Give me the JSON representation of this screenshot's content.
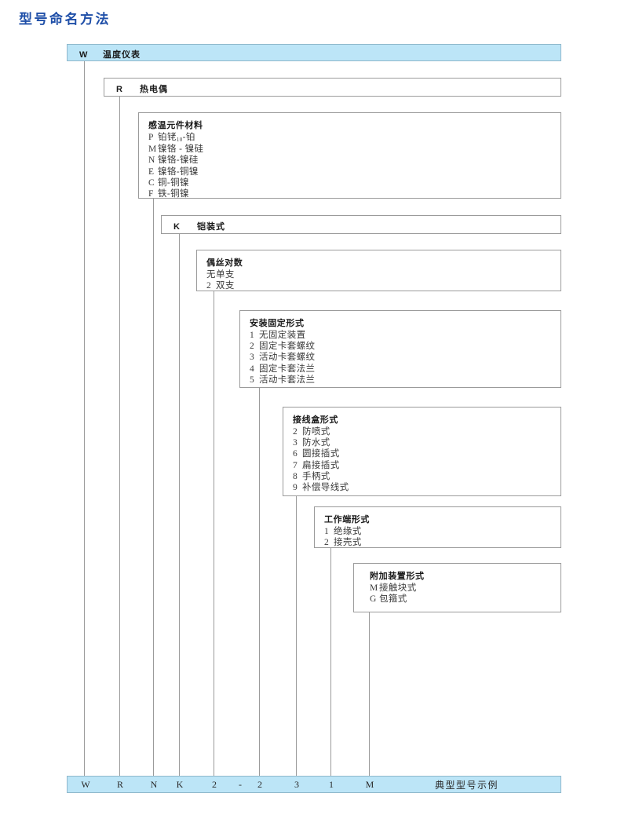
{
  "page": {
    "title": "型号命名方法",
    "title_color": "#1f4fa8"
  },
  "theme": {
    "bar_fill": "#bce5f7",
    "bar_border": "#8fb8cc",
    "box_border": "#9b9b9b",
    "text": "#231f20"
  },
  "nodes": [
    {
      "name": "instrument-type",
      "code": "W",
      "head": "温度仪表",
      "style": "bar",
      "items": []
    },
    {
      "name": "sensor-type",
      "code": "R",
      "head": "热电偶",
      "style": "inline",
      "items": []
    },
    {
      "name": "element-material",
      "head": "感温元件材料",
      "style": "stack",
      "items": [
        {
          "code": "P",
          "label_pre": "铂铑",
          "label_sub": "10",
          "label_post": "-铂"
        },
        {
          "code": "M",
          "label": "镍铬 - 镍硅"
        },
        {
          "code": "N",
          "label": "镍铬-镍硅"
        },
        {
          "code": "E",
          "label": "镍铬-铜镍"
        },
        {
          "code": "C",
          "label": "铜-铜镍"
        },
        {
          "code": "F",
          "label": "铁-铜镍"
        }
      ]
    },
    {
      "name": "construction-type",
      "code": "K",
      "head": "铠装式",
      "style": "inline",
      "items": []
    },
    {
      "name": "wire-pairs",
      "head": "偶丝对数",
      "style": "stack",
      "items": [
        {
          "code": "无",
          "label": "单支"
        },
        {
          "code": "2",
          "label": "双支"
        }
      ]
    },
    {
      "name": "mounting-fixing-type",
      "head": "安装固定形式",
      "style": "stack",
      "items": [
        {
          "code": "1",
          "label": "无固定装置"
        },
        {
          "code": "2",
          "label": "固定卡套螺纹"
        },
        {
          "code": "3",
          "label": "活动卡套螺纹"
        },
        {
          "code": "4",
          "label": "固定卡套法兰"
        },
        {
          "code": "5",
          "label": "活动卡套法兰"
        }
      ]
    },
    {
      "name": "junction-box-type",
      "head": "接线盒形式",
      "style": "stack",
      "items": [
        {
          "code": "2",
          "label": "防喷式"
        },
        {
          "code": "3",
          "label": "防水式"
        },
        {
          "code": "6",
          "label": "圆接插式"
        },
        {
          "code": "7",
          "label": "扁接插式"
        },
        {
          "code": "8",
          "label": "手柄式"
        },
        {
          "code": "9",
          "label": "补偿导线式"
        }
      ]
    },
    {
      "name": "working-end-type",
      "head": "工作端形式",
      "style": "stack",
      "items": [
        {
          "code": "1",
          "label": "绝缘式"
        },
        {
          "code": "2",
          "label": "接壳式"
        }
      ]
    },
    {
      "name": "additional-device-type",
      "head": "附加装置形式",
      "style": "stack",
      "items": [
        {
          "code": "M",
          "label": "接触块式"
        },
        {
          "code": "G",
          "label": "包箍式"
        }
      ]
    }
  ],
  "footer": {
    "note": "典型型号示例",
    "cells": [
      {
        "name": "footer-cell-w",
        "value": "W"
      },
      {
        "name": "footer-cell-r",
        "value": "R"
      },
      {
        "name": "footer-cell-n",
        "value": "N"
      },
      {
        "name": "footer-cell-k",
        "value": "K"
      },
      {
        "name": "footer-cell-pairs",
        "value": "2"
      },
      {
        "name": "footer-cell-dash",
        "value": "-"
      },
      {
        "name": "footer-cell-mount",
        "value": "2"
      },
      {
        "name": "footer-cell-box",
        "value": "3"
      },
      {
        "name": "footer-cell-end",
        "value": "1"
      },
      {
        "name": "footer-cell-extra",
        "value": "M"
      }
    ]
  }
}
